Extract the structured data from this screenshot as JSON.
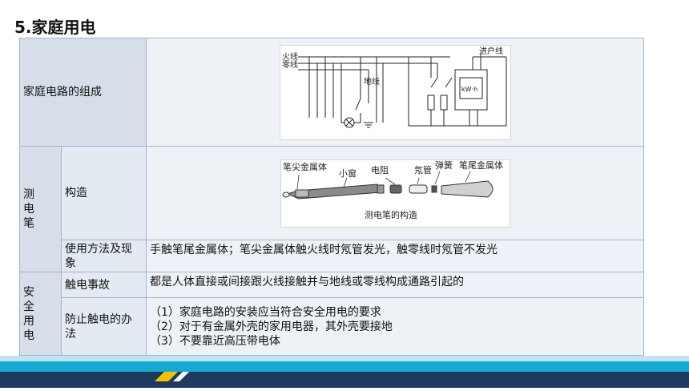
{
  "title": "5.家庭用电",
  "rows": {
    "household": {
      "label": "家庭电路的组成",
      "diagram": {
        "fire_line": "火线",
        "neutral_line": "零线",
        "ground_line": "地线",
        "entry_line": "进户线",
        "meter": "kW·h"
      }
    },
    "tester": {
      "label_chars": [
        "测",
        "电",
        "笔"
      ],
      "structure_label": "构造",
      "structure_diagram": {
        "tip_metal": "笔尖金属体",
        "window": "小窗",
        "resistor": "电阻",
        "neon_tube": "氖管",
        "spring": "弹簧",
        "tail_metal": "笔尾金属体",
        "caption": "测电笔的构造"
      },
      "usage_label": "使用方法及现象",
      "usage_text": "手触笔尾金属体；笔尖金属体触火线时氖管发光，触零线时氖管不发光"
    },
    "safety": {
      "label_chars": [
        "安",
        "全",
        "用",
        "电"
      ],
      "shock_label": "触电事故",
      "shock_text": "都是人体直接或间接跟火线接触并与地线或零线构成通路引起的",
      "prevent_label": "防止触电的办法",
      "prevent_items": [
        "（1）家庭电路的安装应当符合安全用电的要求",
        "（2）对于有金属外壳的家用电器，其外壳要接地",
        "（3）不要靠近高压带电体"
      ]
    }
  },
  "colors": {
    "footer_cyan": "#17a9d1",
    "footer_light": "#bfe4f2",
    "footer_navy": "#1f3a5f",
    "footer_yellow": "#f2c200",
    "label_bg": "#d6dee9"
  }
}
